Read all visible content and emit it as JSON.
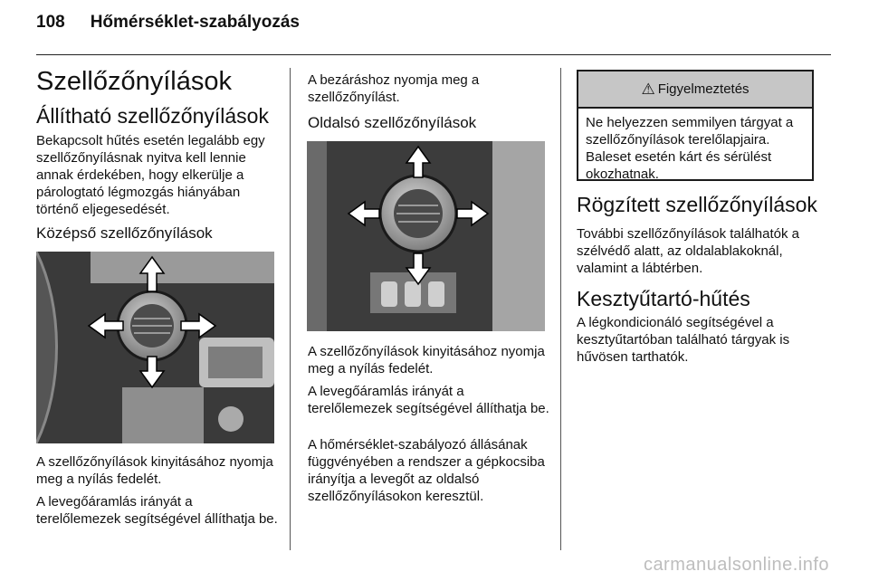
{
  "header": {
    "page_number": "108",
    "section_title": "Hőmérséklet-szabályozás"
  },
  "col1": {
    "title": "Szellőzőnyílások",
    "subtitle": "Állítható szellőzőnyílások",
    "intro": "Bekapcsolt hűtés esetén legalább egy szellőzőnyílásnak nyitva kell lennie annak érdekében, hogy elkerülje a párologtató légmozgás hiányában történő eljegesedését.",
    "heading_center": "Középső szellőzőnyílások",
    "text_open": "A szellőzőnyílások kinyitásához nyomja meg a nyílás fedelét.",
    "text_direction": "A levegőáramlás irányát a terelőlemezek segítségével állíthatja be."
  },
  "col2": {
    "text_close": "A bezáráshoz nyomja meg a szellőzőnyílást.",
    "heading_side": "Oldalsó szellőzőnyílások",
    "text_open": "A szellőzőnyílások kinyitásához nyomja meg a nyílás fedelét.",
    "text_direction": "A levegőáramlás irányát a terelőlemezek segítségével állíthatja be.",
    "text_temperature": "A hőmérséklet-szabályozó állásának függvényében a rendszer a gépkocsiba irányítja a levegőt az oldalsó szellőzőnyílásokon keresztül."
  },
  "col3": {
    "warning": {
      "icon": "warning-triangle-icon",
      "title": "Figyelmeztetés",
      "body": "Ne helyezzen semmilyen tárgyat a szellőzőnyílások terelőlapjaira. Baleset esetén kárt és sérülést okozhatnak."
    },
    "heading_fixed": "Rögzített szellőzőnyílások",
    "text_fixed": "További szellőzőnyílások találhatók a szélvédő alatt, az oldalablakoknál, valamint a lábtérben.",
    "heading_glovebox": "Kesztyűtartó-hűtés",
    "text_glovebox": "A légkondicionáló segítségével a kesztyűtartóban található tárgyak is hűvösen tarthatók."
  },
  "watermark": "carmanualsonline.info"
}
